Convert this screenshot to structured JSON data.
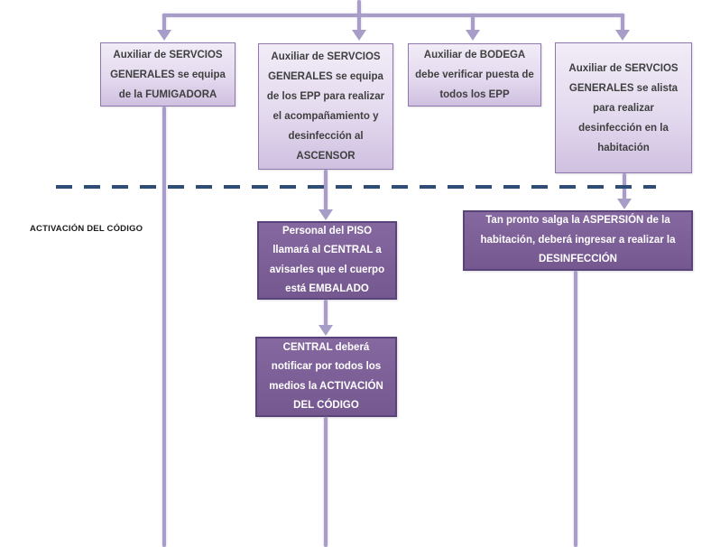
{
  "diagram": {
    "section_label": "ACTIVACIÓN DEL CÓDIGO",
    "top_boxes": [
      {
        "text": "Auxiliar de SERVCIOS GENERALES se equipa de la FUMIGADORA"
      },
      {
        "text": "Auxiliar de SERVCIOS GENERALES se equipa de los EPP para realizar el acompañamiento y desinfección al ASCENSOR"
      },
      {
        "text": "Auxiliar de BODEGA debe verificar puesta de todos los EPP"
      },
      {
        "text": "Auxiliar de SERVCIOS GENERALES se alista para realizar desinfección en la habitación"
      }
    ],
    "action_boxes": [
      {
        "text": "Personal del PISO llamará al CENTRAL a avisarles que el cuerpo está EMBALADO"
      },
      {
        "text": "CENTRAL deberá notificar por todos los medios la ACTIVACIÓN DEL CÓDIGO"
      },
      {
        "text": "Tan pronto salga la ASPERSIÓN de la habitación, deberá ingresar a realizar la DESINFECCIÓN"
      }
    ],
    "colors": {
      "connector": "#a89cc8",
      "light_box_top": "#f1ecf7",
      "light_box_bottom": "#cfc0e0",
      "light_box_border": "#8f76ae",
      "dark_box_fill": "#75588f",
      "dark_box_border": "#5a4378",
      "dashed_line": "#2e4e77",
      "text_dark": "#3f3f3f",
      "text_light": "#ffffff"
    }
  }
}
